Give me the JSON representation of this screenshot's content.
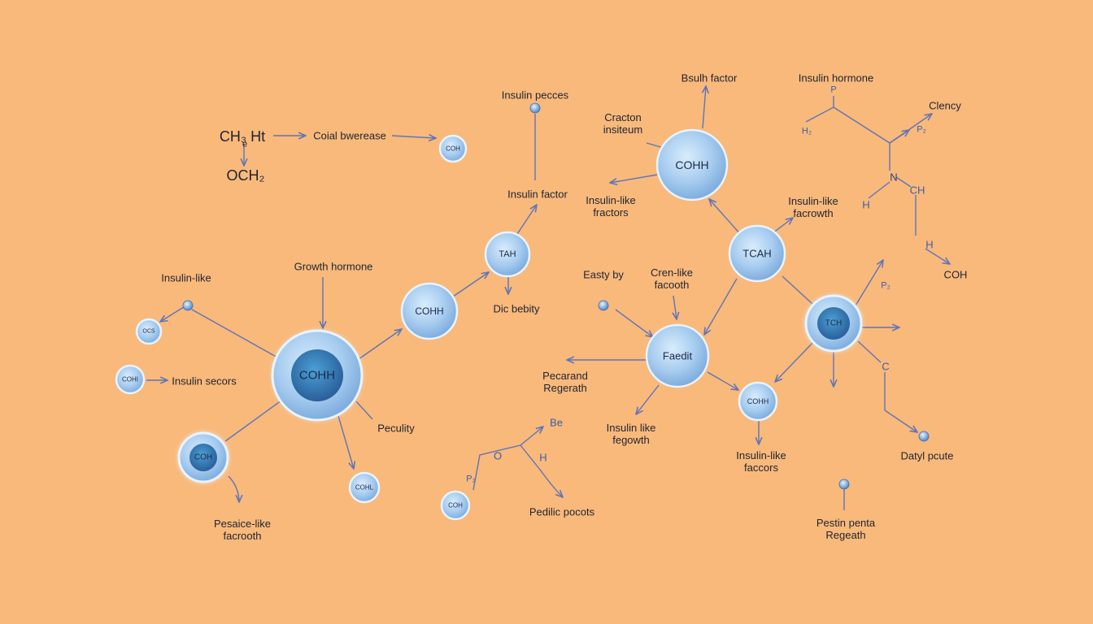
{
  "colors": {
    "background": "#f8b97b",
    "edge": "#5f74b8",
    "node_fill": "#a9cdf0",
    "node_core": "#2f7fb8",
    "text": "#1f2433"
  },
  "formula": {
    "top": "CH₃ Ht",
    "sub": "e",
    "bottom": "OCH₂"
  },
  "nodes": {
    "n_small_top": "COH",
    "n_cohh_top": "COHH",
    "n_tah": "TAH",
    "n_tcah": "TCAH",
    "n_cohh_mid": "COHH",
    "n_ocs": "OCS",
    "n_cohi_left": "COHI",
    "n_center": "COHH",
    "n_bottom_left": "COH",
    "n_cohl_bottom": "COHL",
    "n_faedit": "Faedit",
    "n_right_core": "TCH",
    "n_cohh_small": "COHH",
    "n_coh_bottom": "COH"
  },
  "labels": {
    "coial_bwerease": "Coial bwerease",
    "insulin_pecces": "Insulin pecces",
    "insulin_factor": "Insulin factor",
    "growth_hormone": "Growth hormone",
    "insulin_like_left": "Insulin-like",
    "insulin_secors": "Insulin secors",
    "peculity": "Peculity",
    "pesaice_like_1": "Pesaice-like",
    "pesaice_like_2": "facrooth",
    "dic_bebity": "Dic bebity",
    "bsulh_factor": "Bsulh factor",
    "cracton_1": "Cracton",
    "cracton_2": "insiteum",
    "insulin_like_fractors_1": "Insulin-like",
    "insulin_like_fractors_2": "fractors",
    "insulin_hormone": "Insulin hormone",
    "clency": "Clency",
    "insulin_like_facrowth_1": "Insulin-like",
    "insulin_like_facrowth_2": "facrowth",
    "easty_by": "Easty by",
    "cren_like_1": "Cren-like",
    "cren_like_2": "facooth",
    "pecarand_1": "Pecarand",
    "pecarand_2": "Regerath",
    "insulin_like_fegowth_1": "Insulin like",
    "insulin_like_fegowth_2": "fegowth",
    "pedilic_pocots": "Pedilic pocots",
    "insulin_like_faccors_1": "Insulin-like",
    "insulin_like_faccors_2": "faccors",
    "datyl_pcute": "Datyl pcute",
    "pestin_penta_1": "Pestin penta",
    "pestin_penta_2": "Regeath",
    "coh_right": "COH",
    "chem_p_top": "P",
    "chem_h2": "H₂",
    "chem_p2": "P₂",
    "chem_n": "N",
    "chem_h_left": "H",
    "chem_ch": "CH",
    "chem_h_mid": "H",
    "chem_p_right": "P₂",
    "chem_c": "C",
    "chem_be": "Be",
    "chem_o": "O",
    "chem_h_bottom": "H",
    "chem_p_bottom": "P₂"
  }
}
